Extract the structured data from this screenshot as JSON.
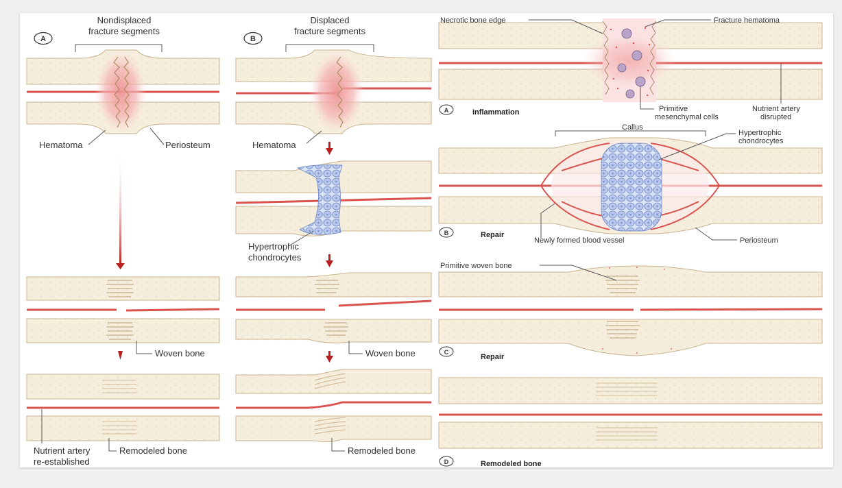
{
  "panels": {
    "a": {
      "badge": "A",
      "title_line1": "Nondisplaced",
      "title_line2": "fracture segments",
      "hematoma": "Hematoma",
      "periosteum": "Periosteum",
      "woven_bone": "Woven bone",
      "artery_line1": "Nutrient artery",
      "artery_line2": "re-established",
      "remodeled": "Remodeled bone"
    },
    "b": {
      "badge": "B",
      "title_line1": "Displaced",
      "title_line2": "fracture segments",
      "hematoma": "Hematoma",
      "hyper_line1": "Hypertrophic",
      "hyper_line2": "chondrocytes",
      "woven_bone": "Woven bone",
      "remodeled": "Remodeled bone"
    },
    "right_a": {
      "badge": "A",
      "stage": "Inflammation",
      "necrotic": "Necrotic bone edge",
      "hematoma": "Fracture hematoma",
      "mesen_line1": "Primitive",
      "mesen_line2": "mesenchymal cells",
      "artery_line1": "Nutrient artery",
      "artery_line2": "disrupted"
    },
    "right_b": {
      "badge": "B",
      "stage": "Repair",
      "callus": "Callus",
      "hyper_line1": "Hypertrophic",
      "hyper_line2": "chondrocytes",
      "vessel": "Newly formed blood vessel",
      "periosteum": "Periosteum"
    },
    "right_c": {
      "badge": "C",
      "stage": "Repair",
      "woven": "Primitive woven bone"
    },
    "right_d": {
      "badge": "D",
      "stage": "Remodeled bone"
    }
  },
  "colors": {
    "bone": "#f6eedd",
    "bone_edge": "#c9b28e",
    "artery": "#d9534f",
    "hematoma": "#f2aaaa",
    "cartilage": "#b9c9ee",
    "arrow": "#b8201f",
    "background": "#efeff0"
  }
}
